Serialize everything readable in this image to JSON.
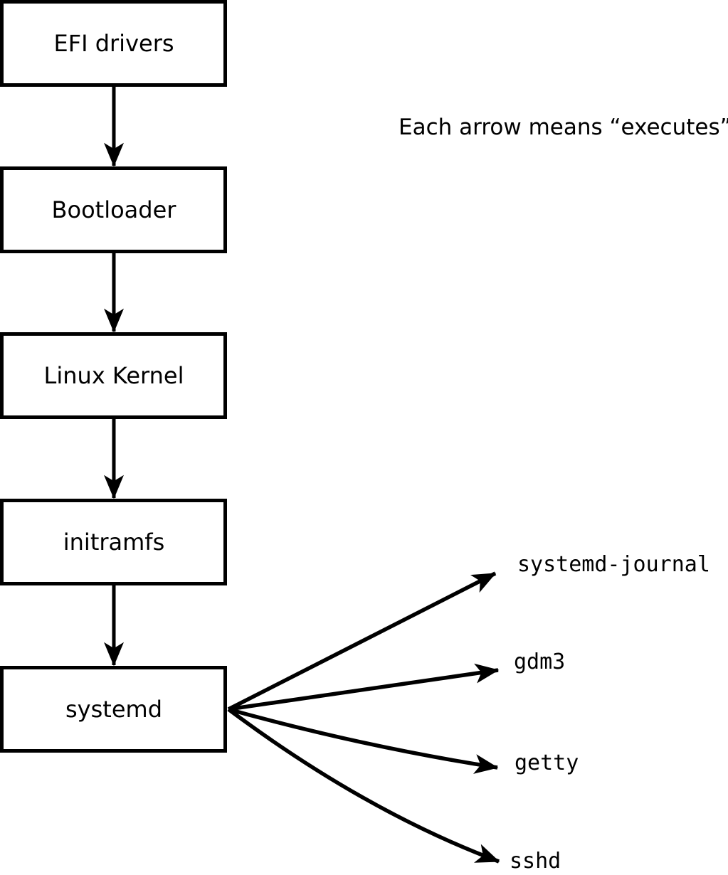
{
  "diagram": {
    "note": "Each arrow means “executes”.",
    "chain": [
      {
        "id": "efi-drivers",
        "label": "EFI drivers"
      },
      {
        "id": "bootloader",
        "label": "Bootloader"
      },
      {
        "id": "linux-kernel",
        "label": "Linux Kernel"
      },
      {
        "id": "initramfs",
        "label": "initramfs"
      },
      {
        "id": "systemd",
        "label": "systemd"
      }
    ],
    "spawned": [
      {
        "id": "systemd-journal",
        "label": "systemd-journal"
      },
      {
        "id": "gdm3",
        "label": "gdm3"
      },
      {
        "id": "getty",
        "label": "getty"
      },
      {
        "id": "sshd",
        "label": "sshd"
      }
    ],
    "colors": {
      "line": "#000000",
      "box_fill": "#ffffff",
      "text": "#000000",
      "background": "#ffffff"
    }
  }
}
